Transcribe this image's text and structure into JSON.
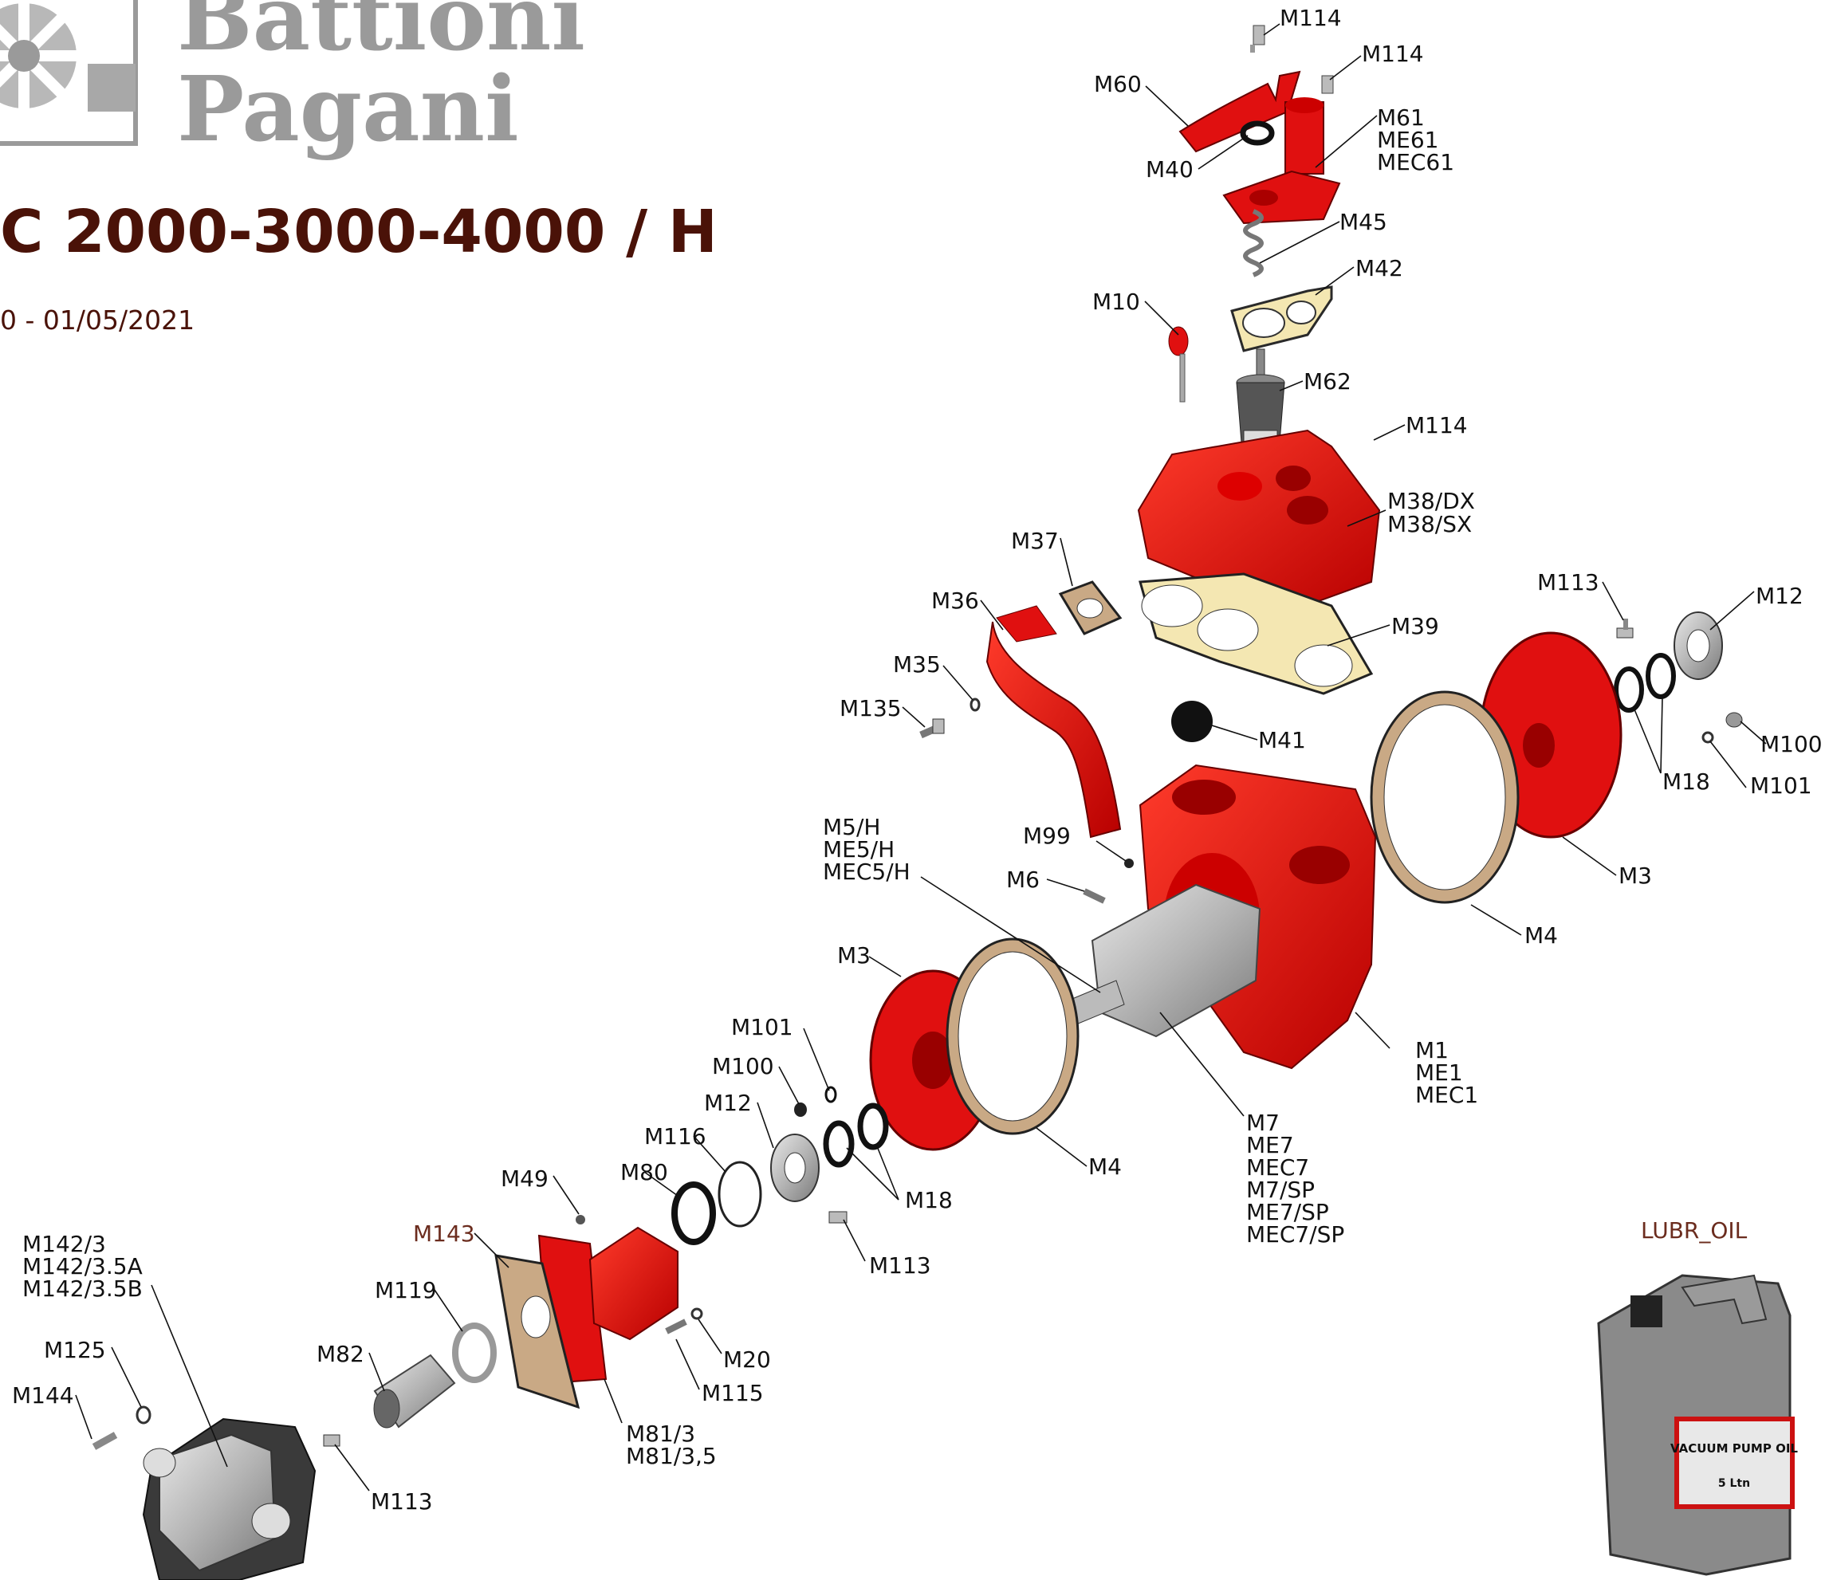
{
  "header": {
    "brand_line1": "Battioni",
    "brand_line2": "Pagani",
    "title": "C 2000-3000-4000 / H",
    "subtitle": "0 - 01/05/2021"
  },
  "colors": {
    "part_red": "#e01010",
    "gasket": "#c9a985",
    "title_brown": "#4a1208",
    "logo_grey": "#9a9a9a"
  },
  "labels": {
    "M114_a": "M114",
    "M114_b": "M114",
    "M60": "M60",
    "M61": "M61",
    "ME61": "ME61",
    "MEC61": "MEC61",
    "M40": "M40",
    "M45": "M45",
    "M42": "M42",
    "M10": "M10",
    "M62": "M62",
    "M114_c": "M114",
    "M38DX": "M38/DX",
    "M38SX": "M38/SX",
    "M37": "M37",
    "M36": "M36",
    "M39": "M39",
    "M113_a": "M113",
    "M12_a": "M12",
    "M35": "M35",
    "M135": "M135",
    "M41": "M41",
    "M100_a": "M100",
    "M18_a": "M18",
    "M101_a": "M101",
    "M5H": "M5/H",
    "ME5H": "ME5/H",
    "MEC5H": "MEC5/H",
    "M99": "M99",
    "M6": "M6",
    "M3_a": "M3",
    "M4_a": "M4",
    "M3_b": "M3",
    "M101_b": "M101",
    "M100_b": "M100",
    "M12_b": "M12",
    "M116": "M116",
    "M80": "M80",
    "M49": "M49",
    "M18_b": "M18",
    "M4_b": "M4",
    "M1": "M1",
    "ME1": "ME1",
    "MEC1": "MEC1",
    "M7": "M7",
    "ME7": "ME7",
    "MEC7": "MEC7",
    "M7SP": "M7/SP",
    "ME7SP": "ME7/SP",
    "MEC7SP": "MEC7/SP",
    "M143": "M143",
    "M113_b": "M113",
    "M119": "M119",
    "M142_3": "M142/3",
    "M142_35A": "M142/3.5A",
    "M142_35B": "M142/3.5B",
    "M125": "M125",
    "M144": "M144",
    "M82": "M82",
    "M20": "M20",
    "M115": "M115",
    "M81_3": "M81/3",
    "M81_35": "M81/3,5",
    "M113_c": "M113",
    "LUBR_OIL": "LUBR_OIL"
  },
  "oil_can": {
    "label_line1": "VACUUM PUMP OIL",
    "label_line2": "5 Ltn"
  }
}
